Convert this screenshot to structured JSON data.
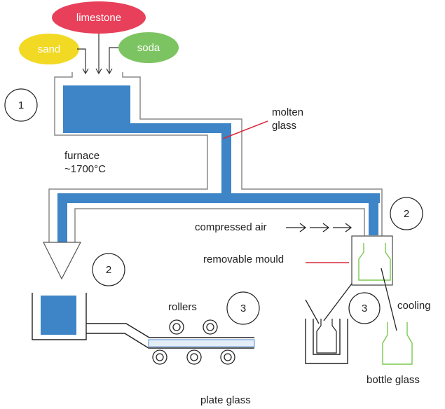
{
  "ingredients": {
    "limestone": "limestone",
    "sand": "sand",
    "soda": "soda"
  },
  "labels": {
    "furnace_line1": "furnace",
    "furnace_line2": "~1700°C",
    "molten_line1": "molten",
    "molten_line2": "glass",
    "compressed_air": "compressed air",
    "removable_mould": "removable mould",
    "rollers": "rollers",
    "cooling": "cooling",
    "bottle_glass": "bottle glass",
    "plate_glass": "plate glass"
  },
  "steps": {
    "furnace": "1",
    "plate_mould": "2",
    "bottle_mould": "2",
    "rollers": "3",
    "cooling": "3"
  },
  "colors": {
    "glass": "#3d85c6",
    "limestone": "#e8405a",
    "sand": "#f2d924",
    "soda": "#7cc462",
    "bottle": "#7bc850",
    "pointer": "#d8283a"
  }
}
